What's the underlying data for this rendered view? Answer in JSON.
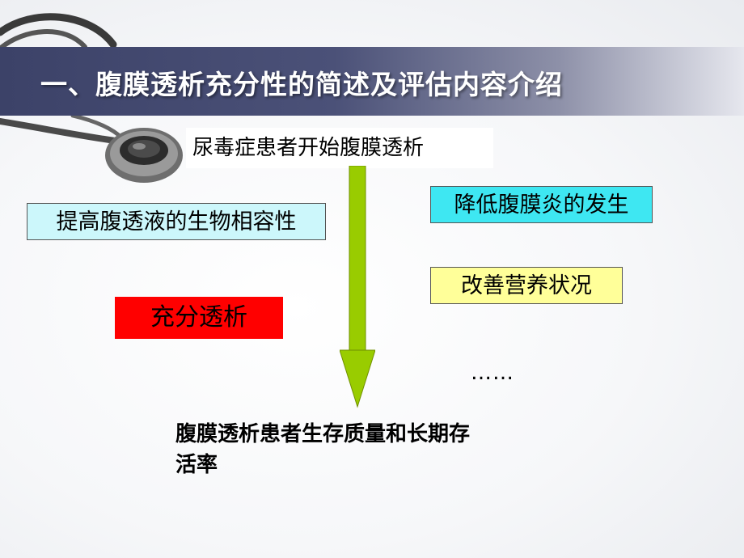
{
  "slide": {
    "title": "一、腹膜透析充分性的简述及评估内容介绍",
    "start": "尿毒症患者开始腹膜透析",
    "factors": {
      "biocompatibility": "提高腹透液的生物相容性",
      "peritonitis": "降低腹膜炎的发生",
      "nutrition": "改善营养状况",
      "adequate_dialysis": "充分透析",
      "more": "……"
    },
    "outcome": "腹膜透析患者生存质量和长期存活率"
  },
  "colors": {
    "title_bar": "#3c4268",
    "biocompatibility_box": "#ccf7fb",
    "peritonitis_box": "#3ee7f2",
    "nutrition_box": "#ffff99",
    "adequate_box": "#ff0000",
    "arrow": "#99cc00"
  },
  "decor": {
    "background_image": "stethoscope-icon"
  }
}
